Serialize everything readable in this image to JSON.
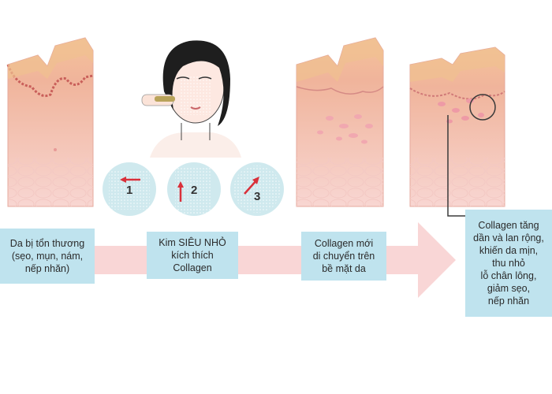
{
  "stages": [
    {
      "label": "Da bị tổn thương\n(sẹo, mụn, nám,\nnếp nhăn)"
    },
    {
      "label": "Kim SIÊU NHỎ\nkích thích\nCollagen"
    },
    {
      "label": "Collagen mới\ndi chuyển trên\nbề mặt da"
    },
    {
      "label": "Collagen tăng\ndần và lan rộng,\nkhiến da mịn,\nthu nhỏ\nlỗ chân lông,\ngiảm sẹo,\nnếp nhăn"
    }
  ],
  "steps": [
    "1",
    "2",
    "3"
  ],
  "colors": {
    "arrow": "#f9d6d6",
    "box": "#bfe3ee",
    "skin_top": "#e9a884",
    "skin_body": "#f6c9c4",
    "skin_fat": "#fbe4e1",
    "circle": "#cfe9ee",
    "arrow_red": "#d9303a"
  }
}
